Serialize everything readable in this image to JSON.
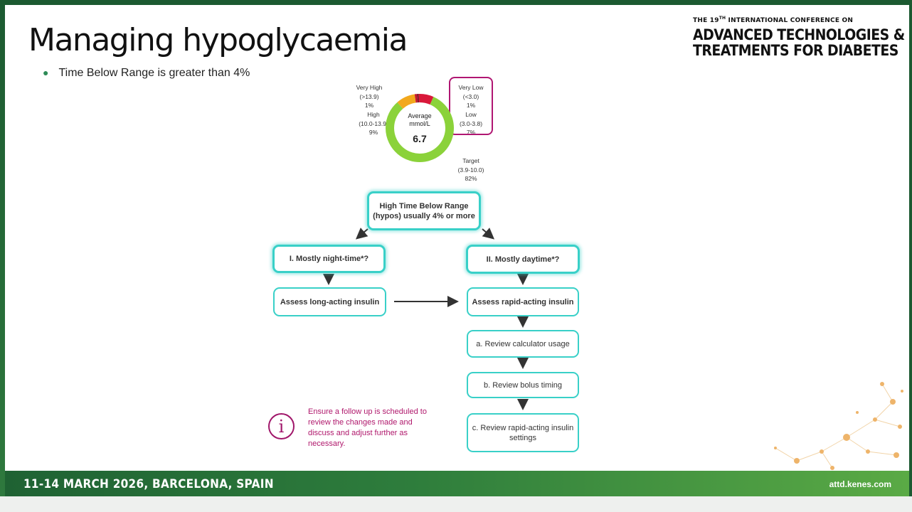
{
  "slide": {
    "title": "Managing hypoglycaemia",
    "bullet": "Time Below Range is greater than 4%"
  },
  "conference": {
    "line1_prefix": "THE 19",
    "line1_sup": "TH",
    "line1_suffix": " INTERNATIONAL CONFERENCE ON",
    "line2": "ADVANCED TECHNOLOGIES &",
    "line3": "TREATMENTS FOR DIABETES"
  },
  "donut": {
    "center_caption_1": "Average",
    "center_caption_2": "mmol/L",
    "center_value": "6.7",
    "segments": [
      {
        "name": "Very High",
        "range": "(>13.9)",
        "pct": "1%",
        "value": 1,
        "color": "#c5162e"
      },
      {
        "name": "High",
        "range": "(10.0-13.9)",
        "pct": "9%",
        "value": 9,
        "color": "#f2a81d"
      },
      {
        "name": "Target",
        "range": "(3.9-10.0)",
        "pct": "82%",
        "value": 82,
        "color": "#8bd23a"
      },
      {
        "name": "Low",
        "range": "(3.0-3.8)",
        "pct": "7%",
        "value": 7,
        "color": "#d9183a"
      },
      {
        "name": "Very Low",
        "range": "(<3.0)",
        "pct": "1%",
        "value": 1,
        "color": "#8b1a2a"
      }
    ]
  },
  "flow": {
    "top": "High Time Below Range (hypos) usually 4% or more",
    "night": "I. Mostly night-time*?",
    "day": "II. Mostly daytime*?",
    "long_acting": "Assess long-acting insulin",
    "rapid_acting": "Assess rapid-acting insulin",
    "step_a": "a. Review calculator usage",
    "step_b": "b. Review bolus timing",
    "step_c": "c. Review rapid-acting insulin settings"
  },
  "note": {
    "icon": "info-icon",
    "text": "Ensure a follow up is scheduled to review the changes made and discuss and adjust further as necessary."
  },
  "footer": {
    "event": "11-14 MARCH 2026, BARCELONA, SPAIN",
    "url": "attd.kenes.com"
  },
  "colors": {
    "accent_green": "#2e8b57",
    "box_border": "#39d0c8",
    "highlight_magenta": "#b01672"
  }
}
